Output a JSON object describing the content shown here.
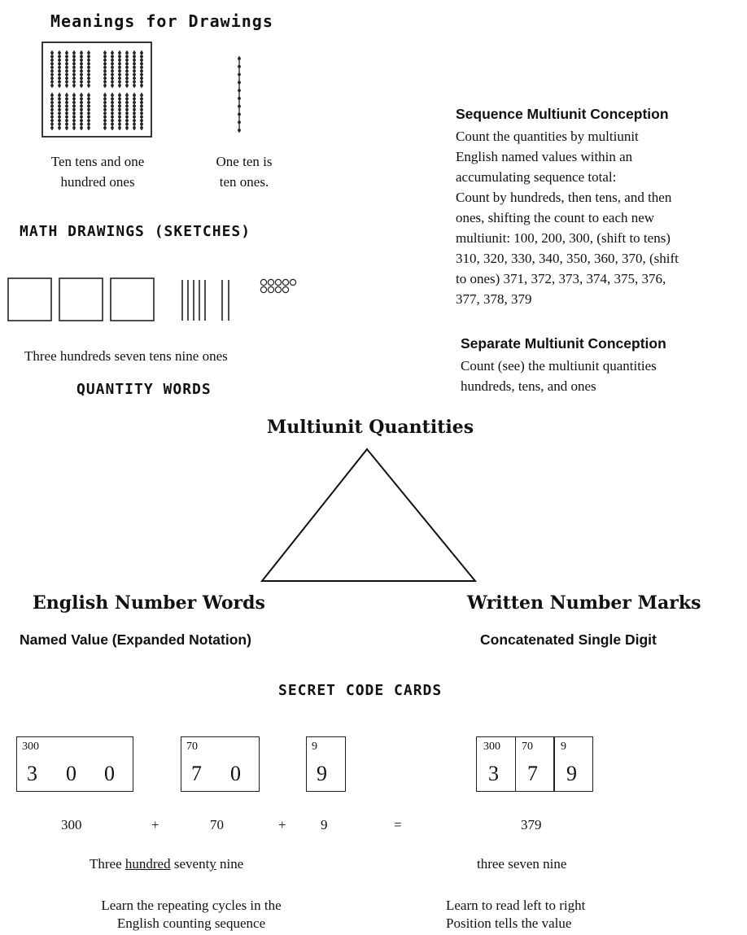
{
  "drawings": {
    "heading": "Meanings for Drawings",
    "caption_left": [
      "Ten tens and one",
      "hundred ones"
    ],
    "caption_right": [
      "One ten is",
      "ten ones."
    ]
  },
  "math_drawings": {
    "heading": "MATH DRAWINGS (SKETCHES)",
    "caption": "Three hundreds seven tens nine ones",
    "quantity_heading": "QUANTITY WORDS"
  },
  "sequence": {
    "title": "Sequence Multiunit Conception",
    "lines": [
      "Count the quantities by multiunit",
      "English named values within an",
      "accumulating sequence total:",
      "Count by hundreds, then tens, and then",
      "ones, shifting the count to each new",
      "multiunit:  100, 200, 300, (shift to tens)",
      "310, 320, 330, 340, 350, 360, 370, (shift",
      "to ones) 371, 372, 373, 374, 375, 376,",
      "377, 378, 379"
    ]
  },
  "separate": {
    "title": "Separate Multiunit Conception",
    "lines": [
      "Count (see) the multiunit quantities",
      "hundreds, tens, and ones"
    ]
  },
  "triangle": {
    "top": "Multiunit Quantities",
    "left": "English Number Words",
    "left_sub": "Named Value (Expanded Notation)",
    "right": "Written Number Marks",
    "right_sub": "Concatenated Single Digit"
  },
  "cards": {
    "heading": "SECRET CODE CARDS",
    "card300": {
      "small": "300",
      "digits": [
        "3",
        "0",
        "0"
      ]
    },
    "card70": {
      "small": "70",
      "digits": [
        "7",
        "0"
      ]
    },
    "card9": {
      "small": "9",
      "digits": [
        "9"
      ]
    },
    "combined": [
      {
        "small": "300",
        "digit": "3"
      },
      {
        "small": "70",
        "digit": "7"
      },
      {
        "small": "9",
        "digit": "9"
      }
    ],
    "equation": [
      "300",
      "+",
      "70",
      "+",
      "9",
      "=",
      "379"
    ],
    "words_left": {
      "pre": "Three ",
      "u1": "hundred",
      "mid": " sevent",
      "u2": "y",
      "post": " nine"
    },
    "words_right": "three seven nine",
    "learn_left": [
      "Learn the repeating cycles in the",
      "English counting sequence"
    ],
    "learn_right": [
      "Learn to read left to right",
      "Position tells the value"
    ]
  }
}
